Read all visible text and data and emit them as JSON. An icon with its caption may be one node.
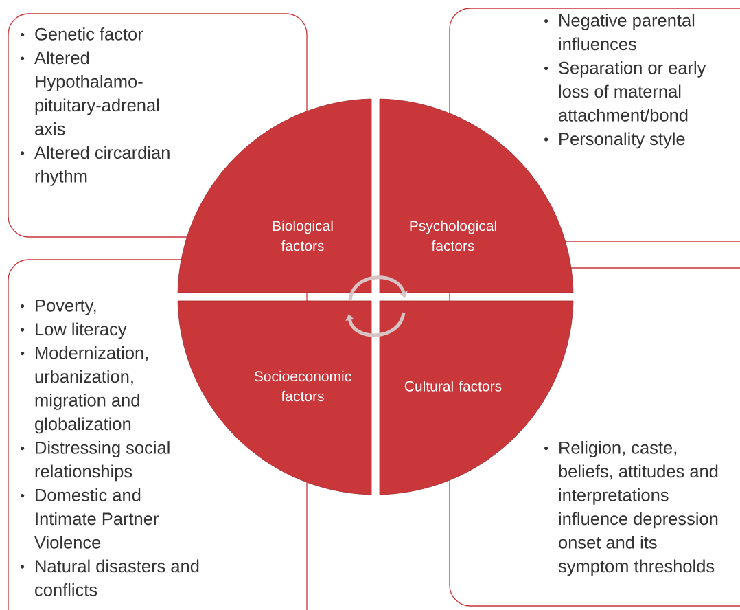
{
  "diagram": {
    "nodes": [
      {
        "text": [
          "Genetic factor",
          "Altered Hypothalamo-pituitary-adrenal axis",
          "Altered circardian rhythm"
        ]
      },
      {
        "text": [
          "Negative parental influences",
          "Separation or early loss of maternal attachment/bond",
          "Personality style"
        ]
      },
      {
        "text": [
          "Biological factors"
        ]
      },
      {
        "text": [
          "Psychological factors"
        ]
      },
      {
        "text": [
          "Poverty,",
          "Low literacy",
          "Modernization, urbanization, migration and globalization",
          "Distressing social relationships",
          "Domestic and Intimate Partner Violence",
          "Natural disasters and conflicts"
        ]
      },
      {
        "text": [
          "Religion, caste, beliefs, attitudes and interpretations influence depression onset and its symptom thresholds"
        ]
      },
      {
        "text": [
          "Socioeconomic factors"
        ]
      },
      {
        "text": [
          "Cultural factors"
        ]
      }
    ],
    "edges": [
      {
        "from": 2,
        "to": 3,
        "arrow": "to"
      },
      {
        "from": 7,
        "to": 6,
        "arrow": "to"
      }
    ]
  }
}
